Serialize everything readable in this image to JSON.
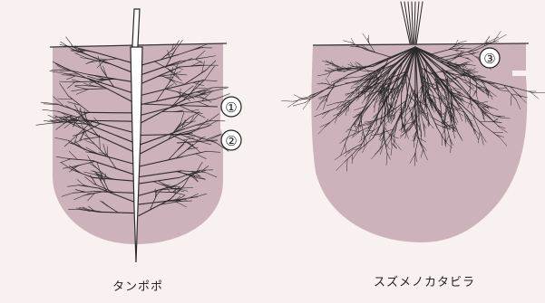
{
  "plants": [
    {
      "name": "タンポポ",
      "root_type": "taproot"
    },
    {
      "name": "スズメノカタビラ",
      "root_type": "fibrous"
    }
  ],
  "markers": [
    {
      "label": "①",
      "target": "taproot-main-root"
    },
    {
      "label": "②",
      "target": "taproot-side-roots"
    },
    {
      "label": "③",
      "target": "fibrous-roots"
    }
  ],
  "colors": {
    "page": "#f8f1ef",
    "soil": "#cdb2bc",
    "root": "#2a2a2a",
    "main_root_fill": "#ffffff"
  }
}
